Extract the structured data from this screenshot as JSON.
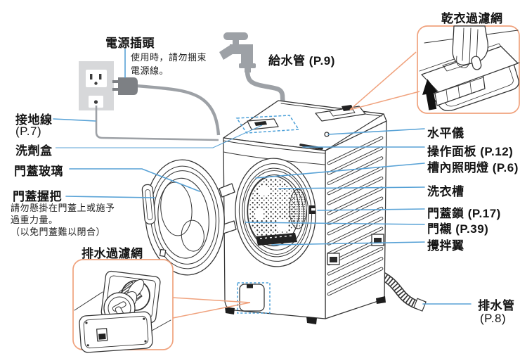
{
  "labels": {
    "power_plug": "電源插頭",
    "power_plug_note_1": "使用時，請勿捆束",
    "power_plug_note_2": "電源線。",
    "water_supply_hose": "給水管 (P.9)",
    "dryer_filter": "乾衣過濾網",
    "ground_wire": "接地線",
    "ground_wire_page": "(P.7)",
    "detergent_box": "洗劑盒",
    "door_glass": "門蓋玻璃",
    "door_handle": "門蓋握把",
    "door_handle_note_1": "請勿懸掛在門蓋上或施予",
    "door_handle_note_2": "過重力量。",
    "door_handle_note_3": "（以免門蓋難以閉合）",
    "drain_filter": "排水過濾網",
    "level_gauge": "水平儀",
    "control_panel": "操作面板 (P.12)",
    "drum_light": "槽內照明燈 (P.6)",
    "wash_drum": "洗衣槽",
    "door_lock": "門蓋鎖 (P.17)",
    "door_liner": "門襯 (P.39)",
    "agitator": "攪拌翼",
    "drain_hose": "排水管",
    "drain_hose_page": "(P.8)"
  },
  "colors": {
    "leader_line": "#58a2d6",
    "callout_line": "#f0a27d",
    "line_art": "#333333",
    "accessory_gray": "#9da1a6",
    "text": "#141414"
  }
}
